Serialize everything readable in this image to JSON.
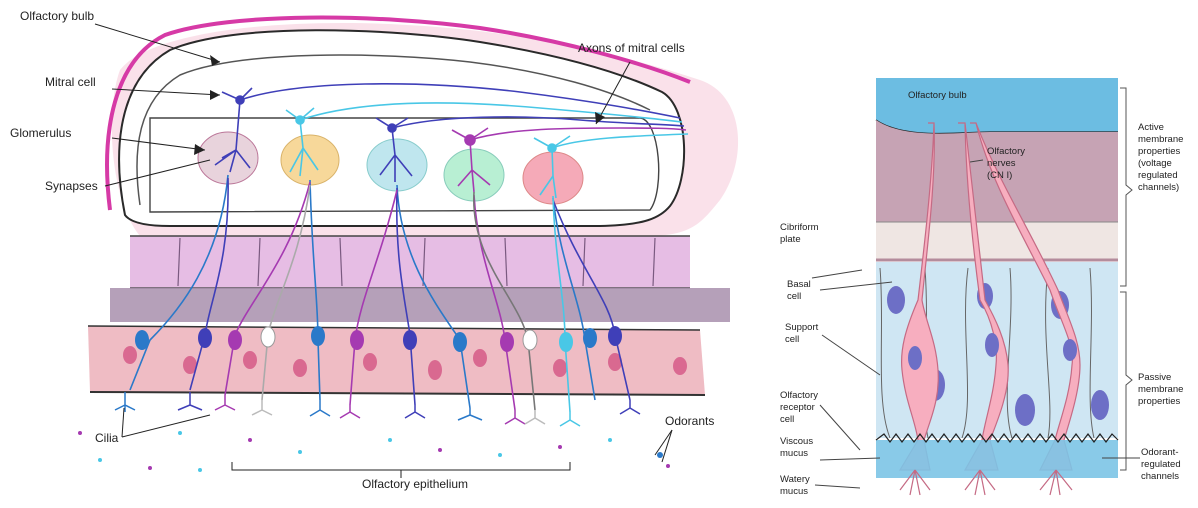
{
  "left_panel": {
    "labels": {
      "olfactory_bulb": "Olfactory bulb",
      "mitral_cell": "Mitral cell",
      "glomerulus": "Glomerulus",
      "synapses": "Synapses",
      "axons_of_mitral_cells": "Axons of mitral cells",
      "cilia": "Cilia",
      "odorants": "Odorants",
      "olfactory_epithelium": "Olfactory epithelium"
    },
    "colors": {
      "bulb_outline": "#d63aa6",
      "bulb_halo": "#f4b8cf",
      "cribriform": "#e6bde4",
      "lamina": "#a88fad",
      "epithelium": "#efbcc4",
      "neuron_blue": "#2a79c9",
      "neuron_indigo": "#3f3fb8",
      "neuron_purple": "#a53ab1",
      "neuron_cyan": "#49c7e6",
      "neuron_white": "#d9d9d9"
    }
  },
  "right_panel": {
    "labels": {
      "olfactory_bulb": "Olfactory bulb",
      "olfactory_nerves": [
        "Olfactory",
        "nerves",
        "(CN I)"
      ],
      "cribriform_plate": [
        "Cibriform",
        "plate"
      ],
      "basal_cell": [
        "Basal",
        "cell"
      ],
      "support_cell": [
        "Support",
        "cell"
      ],
      "olfactory_receptor_cell": [
        "Olfactory",
        "receptor",
        "cell"
      ],
      "viscous_mucus": [
        "Viscous",
        "mucus"
      ],
      "watery_mucus": [
        "Watery",
        "mucus"
      ],
      "active_membrane": [
        "Active",
        "membrane",
        "properties",
        "(voltage",
        "regulated",
        "channels)"
      ],
      "passive_membrane": [
        "Passive",
        "membrane",
        "properties"
      ],
      "odorant_channels": [
        "Odorant-",
        "regulated",
        "channels"
      ]
    },
    "colors": {
      "bulb": "#5cb6de",
      "nerve_layer": "#c6a3b4",
      "plate": "#efe6e3",
      "epithelium": "#cfe6f3",
      "receptor_cell": "#f7aebf",
      "nucleus": "#6d6fc6",
      "mucus": "#7cc4e6"
    }
  }
}
